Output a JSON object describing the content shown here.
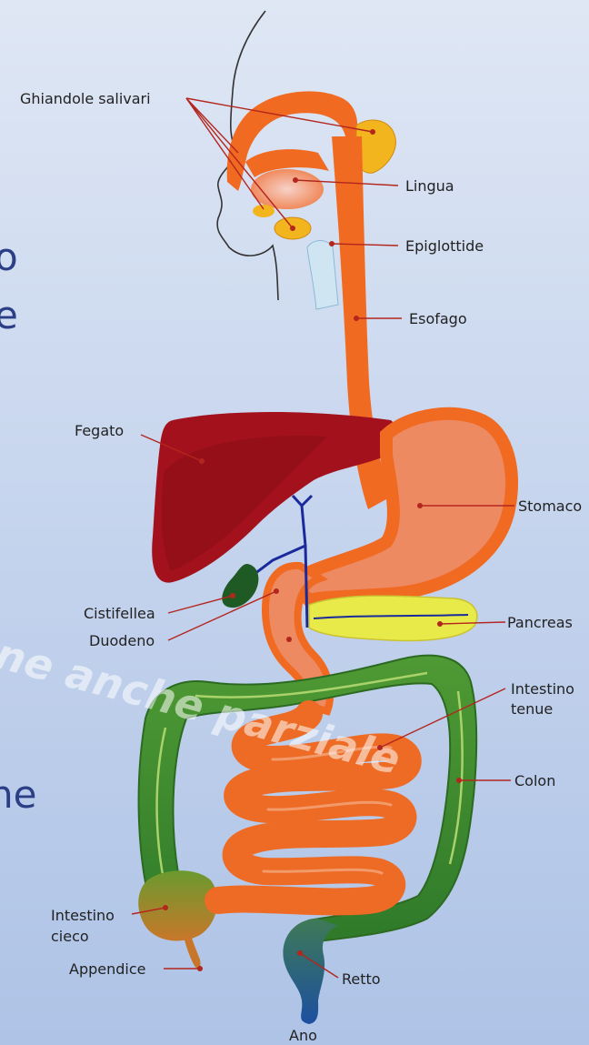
{
  "labels": {
    "salivary_glands": "Ghiandole salivari",
    "tongue": "Lingua",
    "epiglottis": "Epiglottide",
    "esophagus": "Esofago",
    "liver": "Fegato",
    "stomach": "Stomaco",
    "gallbladder": "Cistifellea",
    "duodenum": "Duodeno",
    "pancreas": "Pancreas",
    "small_intestine_1": "Intestino",
    "small_intestine_2": "tenue",
    "colon": "Colon",
    "cecum_1": "Intestino",
    "cecum_2": "cieco",
    "appendix": "Appendice",
    "rectum": "Retto",
    "anus": "Ano"
  },
  "side_text": {
    "t1": "o",
    "t2": "e",
    "t3": "ne"
  },
  "watermark": "ne anche parziale",
  "colors": {
    "esophagus": "#f06a22",
    "liver": "#a3121c",
    "stomach": "#ee8a62",
    "pancreas": "#e8ea4a",
    "colon": "#3f8a2c",
    "small_intestine": "#ee6b25",
    "salivary_gland": "#f2b51e",
    "leader_line": "#b3261e"
  }
}
